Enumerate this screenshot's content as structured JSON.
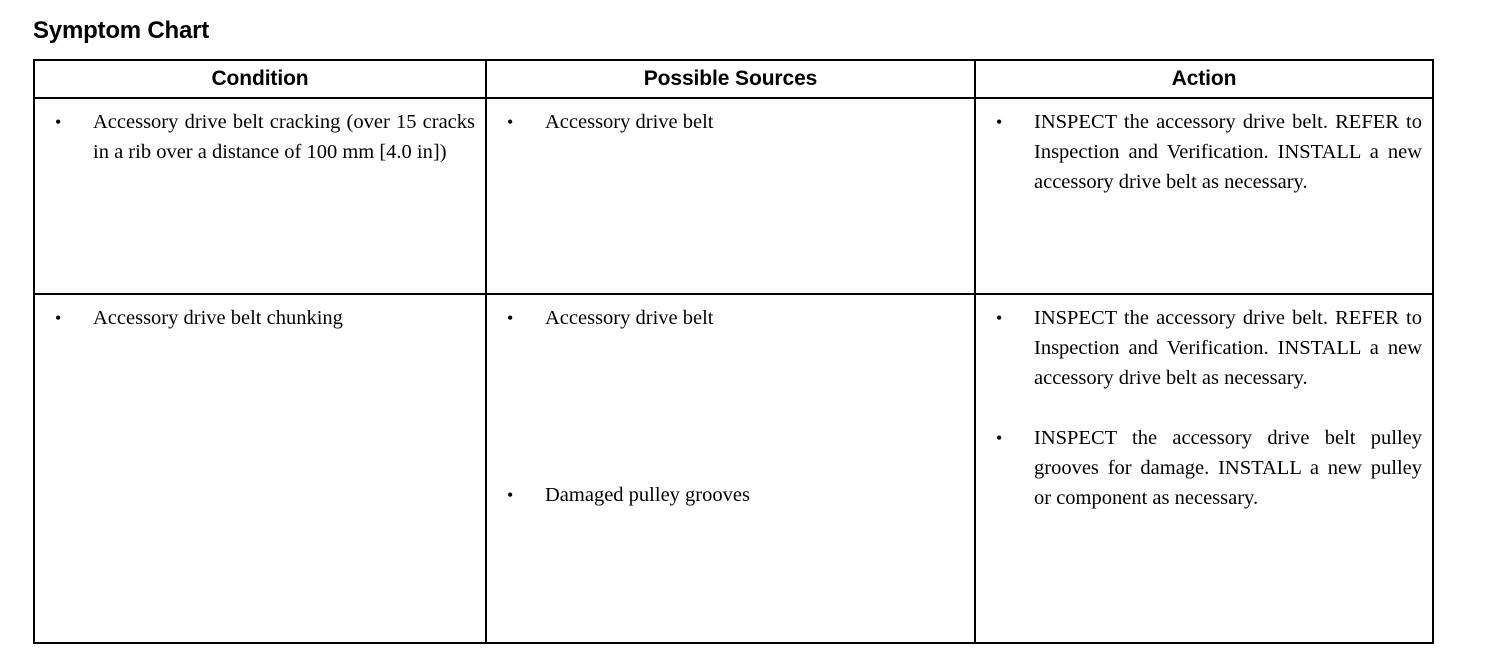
{
  "document": {
    "title": "Symptom Chart"
  },
  "table": {
    "headers": [
      {
        "key": "condition",
        "label": "Condition"
      },
      {
        "key": "sources",
        "label": "Possible Sources"
      },
      {
        "key": "action",
        "label": "Action"
      }
    ],
    "rows": [
      {
        "condition": [
          "Accessory drive belt cracking (over 15 cracks in a rib over a distance of 100 mm [4.0 in])"
        ],
        "sources": [
          "Accessory drive belt"
        ],
        "action": [
          "INSPECT the accessory drive belt. REFER to Inspection and Verification. INSTALL a new accessory drive belt as necessary."
        ]
      },
      {
        "condition": [
          "Accessory drive belt chunking"
        ],
        "sources": [
          "Accessory drive belt",
          "Damaged pulley grooves"
        ],
        "action": [
          "INSPECT the accessory drive belt. REFER to Inspection and Verification. INSTALL a new accessory drive belt as necessary.",
          "INSPECT the accessory drive belt pulley grooves for damage. INSTALL a new pulley or component as necessary."
        ]
      }
    ]
  },
  "style": {
    "border_color": "#000000",
    "text_color": "#000000",
    "background": "#ffffff",
    "bullet_glyph": "•"
  }
}
